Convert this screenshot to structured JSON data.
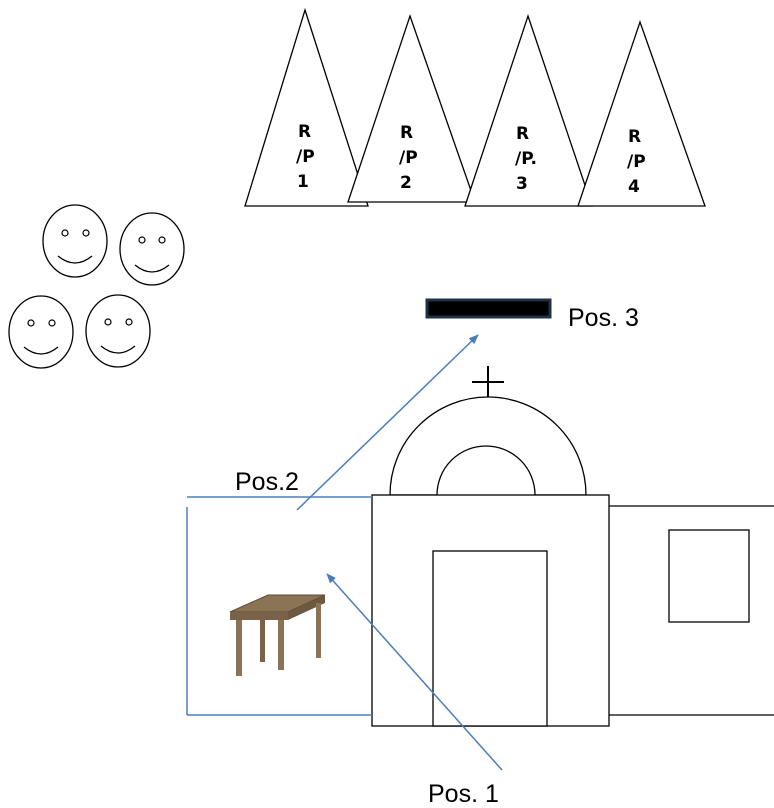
{
  "triangles": [
    {
      "lines": [
        "R",
        "/P",
        "1"
      ]
    },
    {
      "lines": [
        "R",
        "/P",
        "2"
      ]
    },
    {
      "lines": [
        "R",
        "/P.",
        "3"
      ]
    },
    {
      "lines": [
        "R",
        "/P",
        "4"
      ]
    }
  ],
  "positions": {
    "pos1": "Pos. 1",
    "pos2": "Pos.2",
    "pos3": "Pos. 3"
  },
  "colors": {
    "arrow": "#4a7ebb",
    "outline": "#000000",
    "table_wood": "#8b7355",
    "table_top": "#7a6248",
    "black_bar": "#000000",
    "black_bar_border": "#1f3147"
  },
  "icons": [
    "smiley-face-icon",
    "cross-icon",
    "table-icon"
  ]
}
